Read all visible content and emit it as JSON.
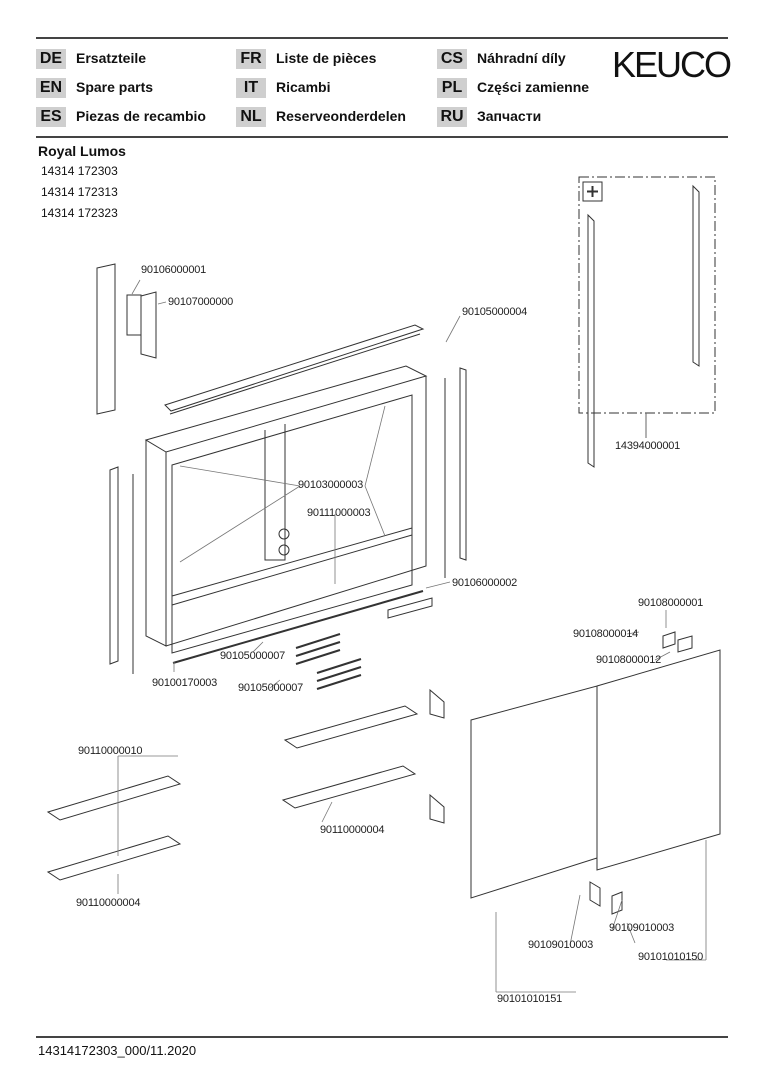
{
  "header": {
    "brand": "KEUCO",
    "languages": [
      {
        "code": "DE",
        "label": "Ersatzteile"
      },
      {
        "code": "FR",
        "label": "Liste de pièces"
      },
      {
        "code": "CS",
        "label": "Náhradní díly"
      },
      {
        "code": "EN",
        "label": "Spare parts"
      },
      {
        "code": "IT",
        "label": "Ricambi"
      },
      {
        "code": "PL",
        "label": "Części zamienne"
      },
      {
        "code": "ES",
        "label": "Piezas de recambio"
      },
      {
        "code": "NL",
        "label": "Reserveonderdelen"
      },
      {
        "code": "RU",
        "label": "Запчасти"
      }
    ]
  },
  "product": {
    "name": "Royal Lumos",
    "articles": [
      "14314 172303",
      "14314 172313",
      "14314 172323"
    ]
  },
  "parts": [
    "90106000001",
    "90107000000",
    "90105000004",
    "90103000003",
    "90111000003",
    "90106000002",
    "14394000001",
    "90108000001",
    "90108000014",
    "90108000012",
    "90105000007",
    "90100170003",
    "90105000007",
    "90110000010",
    "90110000004",
    "90110000004",
    "90109010003",
    "90109010003",
    "90101010150",
    "90101010151"
  ],
  "accessory_icon": "plus-icon",
  "footer": {
    "doc_id": "14314172303_000/11.2020"
  }
}
